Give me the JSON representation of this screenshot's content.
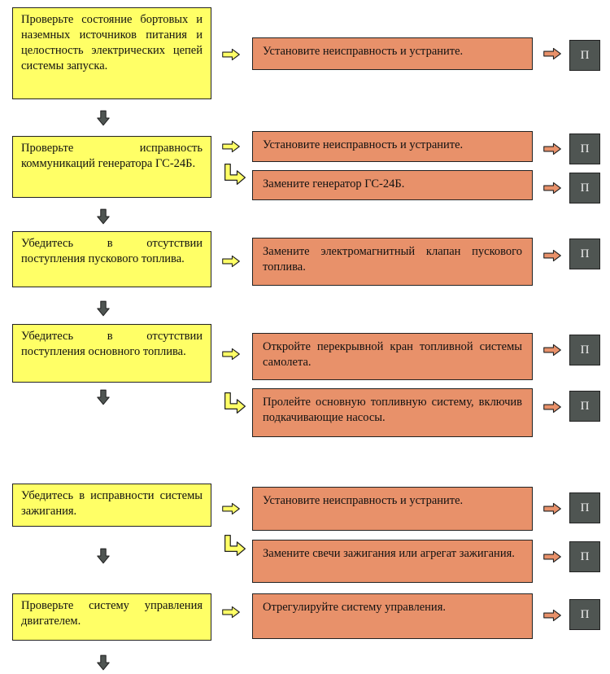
{
  "steps": [
    {
      "check": "Проверьте состояние бортовых и наземных источников питания и целостность электрических цепей системы запуска.",
      "actions": [
        "Установите неисправность и устраните."
      ]
    },
    {
      "check": "Проверьте исправность коммуникаций генератора ГС-24Б.",
      "actions": [
        "Установите неисправность и устраните.",
        "Замените генератор ГС-24Б."
      ]
    },
    {
      "check": "Убедитесь в отсутствии поступления пускового топлива.",
      "actions": [
        "Замените электромагнитный клапан пускового топлива."
      ]
    },
    {
      "check": "Убедитесь в отсутствии поступления основного топлива.",
      "actions": [
        "Откройте перекрывной кран топливной системы самолета.",
        "Пролейте основную топливную систему, включив подкачивающие насосы."
      ]
    },
    {
      "check": "Убедитесь в исправности системы зажигания.",
      "actions": [
        "Установите неисправность и устраните.",
        "Замените свечи зажигания или агрегат зажигания."
      ]
    },
    {
      "check": "Проверьте систему управления двигателем.",
      "actions": [
        "Отрегулируйте систему управления."
      ]
    }
  ],
  "outcome_label": "П",
  "colors": {
    "check_box": "#ffff66",
    "action_box": "#e8916a",
    "outcome_box": "#4f5552",
    "arrow_right": "#ffff66",
    "arrow_outcome": "#e8916a",
    "arrow_down": "#4f5552"
  }
}
